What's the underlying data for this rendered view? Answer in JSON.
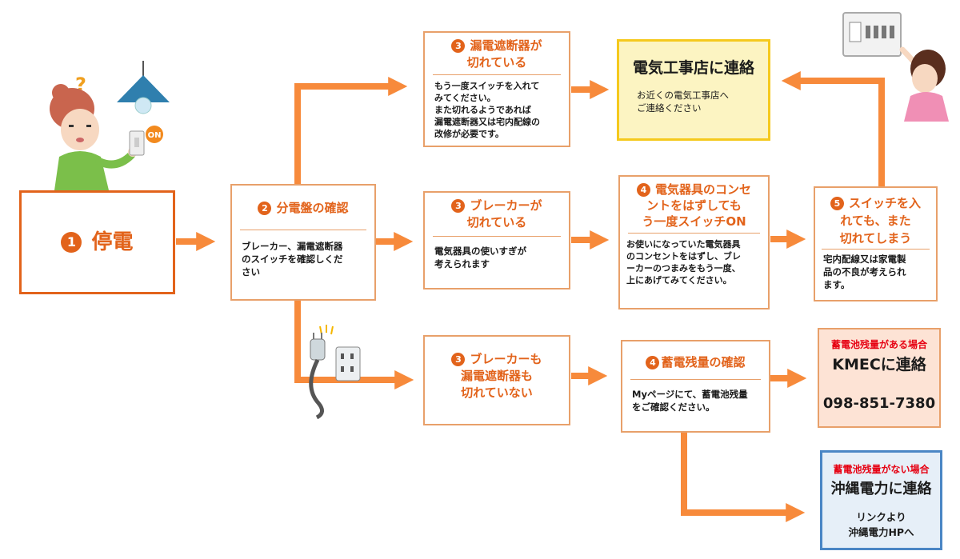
{
  "diagram": {
    "start": {
      "num": "1",
      "label": "停電"
    },
    "panel_check": {
      "num": "2",
      "title": "分電盤の確認",
      "body": "ブレーカー、漏電遮断器\nのスイッチを確認しくだ\nさい"
    },
    "leak_tripped": {
      "num": "3",
      "title": "漏電遮断器が\n切れている",
      "body": "もう一度スイッチを入れて\nみてください。\nまた切れるようであれば\n漏電遮断器又は宅内配線の\n改修が必要です。"
    },
    "breaker_tripped": {
      "num": "3",
      "title": "ブレーカーが\n切れている",
      "body": "電気器具の使いすぎが\n考えられます"
    },
    "none_tripped": {
      "num": "3",
      "title": "ブレーカーも\n漏電遮断器も\n切れていない"
    },
    "unplug": {
      "num": "4",
      "title": "電気器具のコンセ\nントをはずしても\nう一度スイッチON",
      "body": "お使いになっていた電気器具\nのコンセントをはずし、ブレ\nーカーのつまみをもう一度、\n上にあげてみてください。"
    },
    "battery_check": {
      "num": "4",
      "title": "蓄電残量の確認",
      "body": "Myページにて、蓄電池残量\nをご確認ください。"
    },
    "still_off": {
      "num": "5",
      "title": "スイッチを入\nれても、また\n切れてしまう",
      "body": "宅内配線又は家電製\n品の不良が考えられ\nます。"
    },
    "electrician": {
      "title": "電気工事店に連絡",
      "body": "お近くの電気工事店へ\nご連絡ください"
    },
    "kmec": {
      "condition": "蓄電池残量がある場合",
      "title": "KMECに連絡",
      "phone": "098-851-7380"
    },
    "okinawa": {
      "condition": "蓄電池残量がない場合",
      "title": "沖縄電力に連絡",
      "link": "リンクより\n沖縄電力HPへ"
    },
    "illustrations": {
      "on_badge": "ON",
      "question_mark": "?"
    },
    "colors": {
      "arrow": "#f78a3b",
      "title": "#e2631b",
      "border": "#e8a06a",
      "yellow_border": "#f5c91d",
      "blue_border": "#4a86c5",
      "red": "#e60012"
    }
  }
}
